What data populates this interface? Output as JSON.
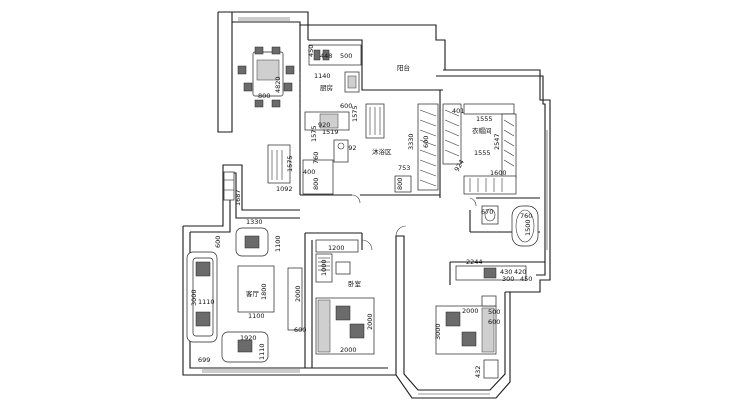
{
  "rooms": {
    "balcony_north": "阳台",
    "kitchen": "厨房",
    "cloakroom": "衣帽间",
    "bath_area": "沐浴区",
    "living": "客厅",
    "bedroom": "卧室"
  },
  "dims": {
    "d448": "448",
    "d450": "450",
    "d500": "500",
    "d1140": "1140",
    "d800_din": "800",
    "d4820": "4820",
    "d600_k": "600",
    "d920": "920",
    "d1519": "1519",
    "d1575_a": "1575",
    "d1575_b": "1575",
    "d3392": "3392",
    "d760_a": "760",
    "d400_a": "400",
    "d800_a": "800",
    "d1092": "1092",
    "d3330": "3330",
    "d753": "753",
    "d800_b": "800",
    "d600_c": "600",
    "d401": "401",
    "d1555_a": "1555",
    "d2547": "2547",
    "d1555_b": "1555",
    "d924": "924",
    "d1600": "1600",
    "d670": "670",
    "d760_b": "760",
    "d1500": "1500",
    "d1687": "1687",
    "d1330": "1330",
    "d1100_a": "1100",
    "d600_l": "600",
    "d3000_l": "3000",
    "d1800": "1800",
    "d1110": "1110",
    "d1100_b": "1100",
    "d1920": "1920",
    "d1110_b": "1110",
    "d1000": "1000",
    "d2000_tv": "2000",
    "d600_tv": "600",
    "d1200": "1200",
    "d2000_bed": "2000",
    "d2000_bed2": "2000",
    "d2244": "2244",
    "d300": "300",
    "d430": "430",
    "d420": "420",
    "d450_b": "450",
    "d3000_br": "3000",
    "d432": "432",
    "d500_b": "500",
    "d600_b": "600",
    "d2000_b": "2000",
    "d699": "699"
  }
}
